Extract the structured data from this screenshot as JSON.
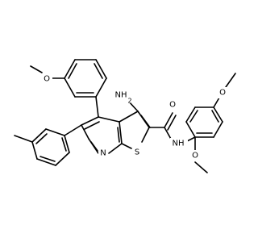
{
  "molecule": {
    "atom_labels": {
      "methoxy_o_top": "O",
      "amino_nh2": "NH",
      "amino_nh2_sub": "2",
      "amide_o": "O",
      "ring_n": "N",
      "ring_s": "S",
      "amide_nh": "NH",
      "methoxy_o_right_top": "O",
      "methoxy_o_right_bottom": "O"
    }
  }
}
